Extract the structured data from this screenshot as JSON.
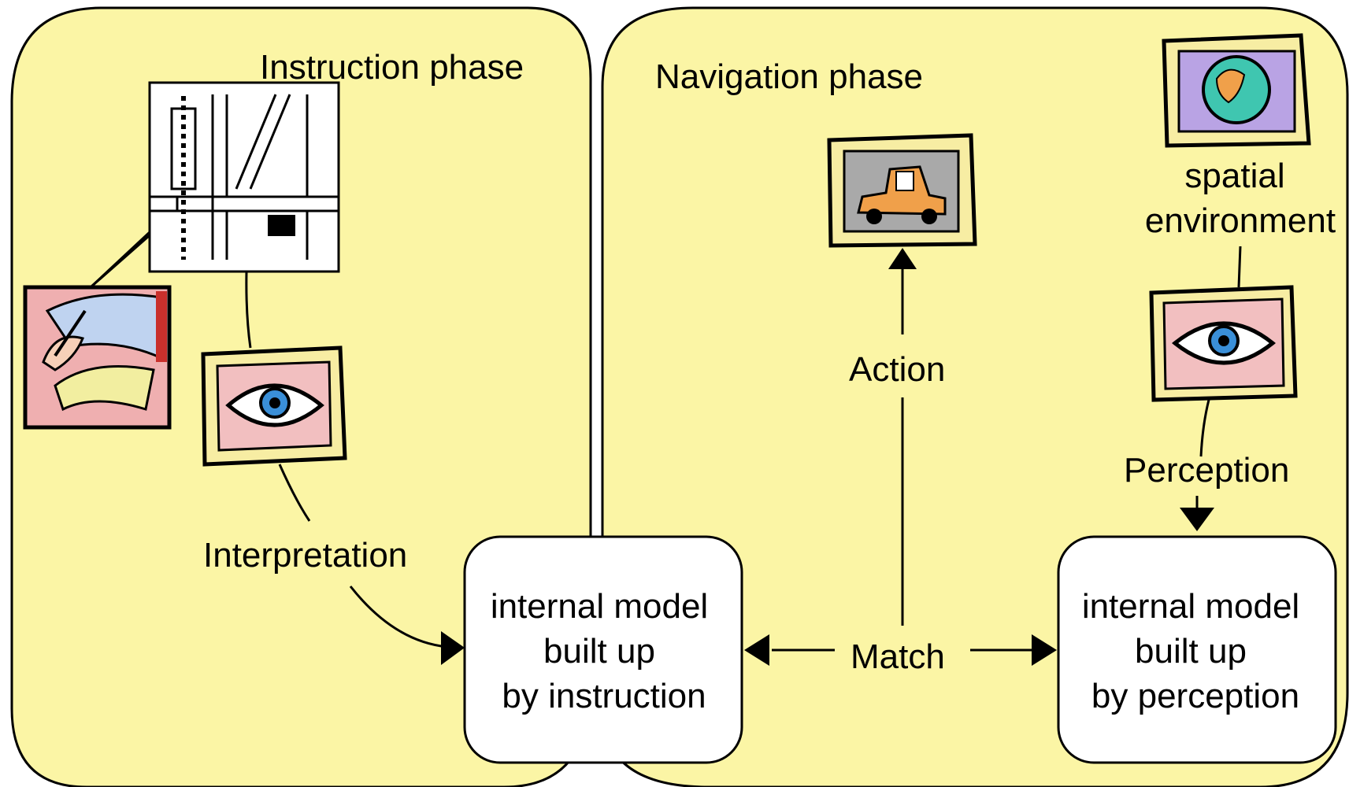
{
  "panels": {
    "instruction": {
      "title": "Instruction phase"
    },
    "navigation": {
      "title": "Navigation phase"
    }
  },
  "labels": {
    "interpretation": "Interpretation",
    "action": "Action",
    "match": "Match",
    "perception": "Perception",
    "environment_line1": "spatial",
    "environment_line2": "environment"
  },
  "boxes": {
    "instruction_model": [
      "internal model",
      "built up",
      "by instruction"
    ],
    "perception_model": [
      "internal model",
      "built up",
      "by perception"
    ]
  },
  "icons": [
    "map-icon",
    "writing-hand-icon",
    "eye-icon",
    "car-icon",
    "globe-icon",
    "eye-icon"
  ],
  "colors": {
    "panel_fill": "#FBF5A5",
    "frame_fill": "#F7EDA3",
    "stroke": "#000000"
  }
}
